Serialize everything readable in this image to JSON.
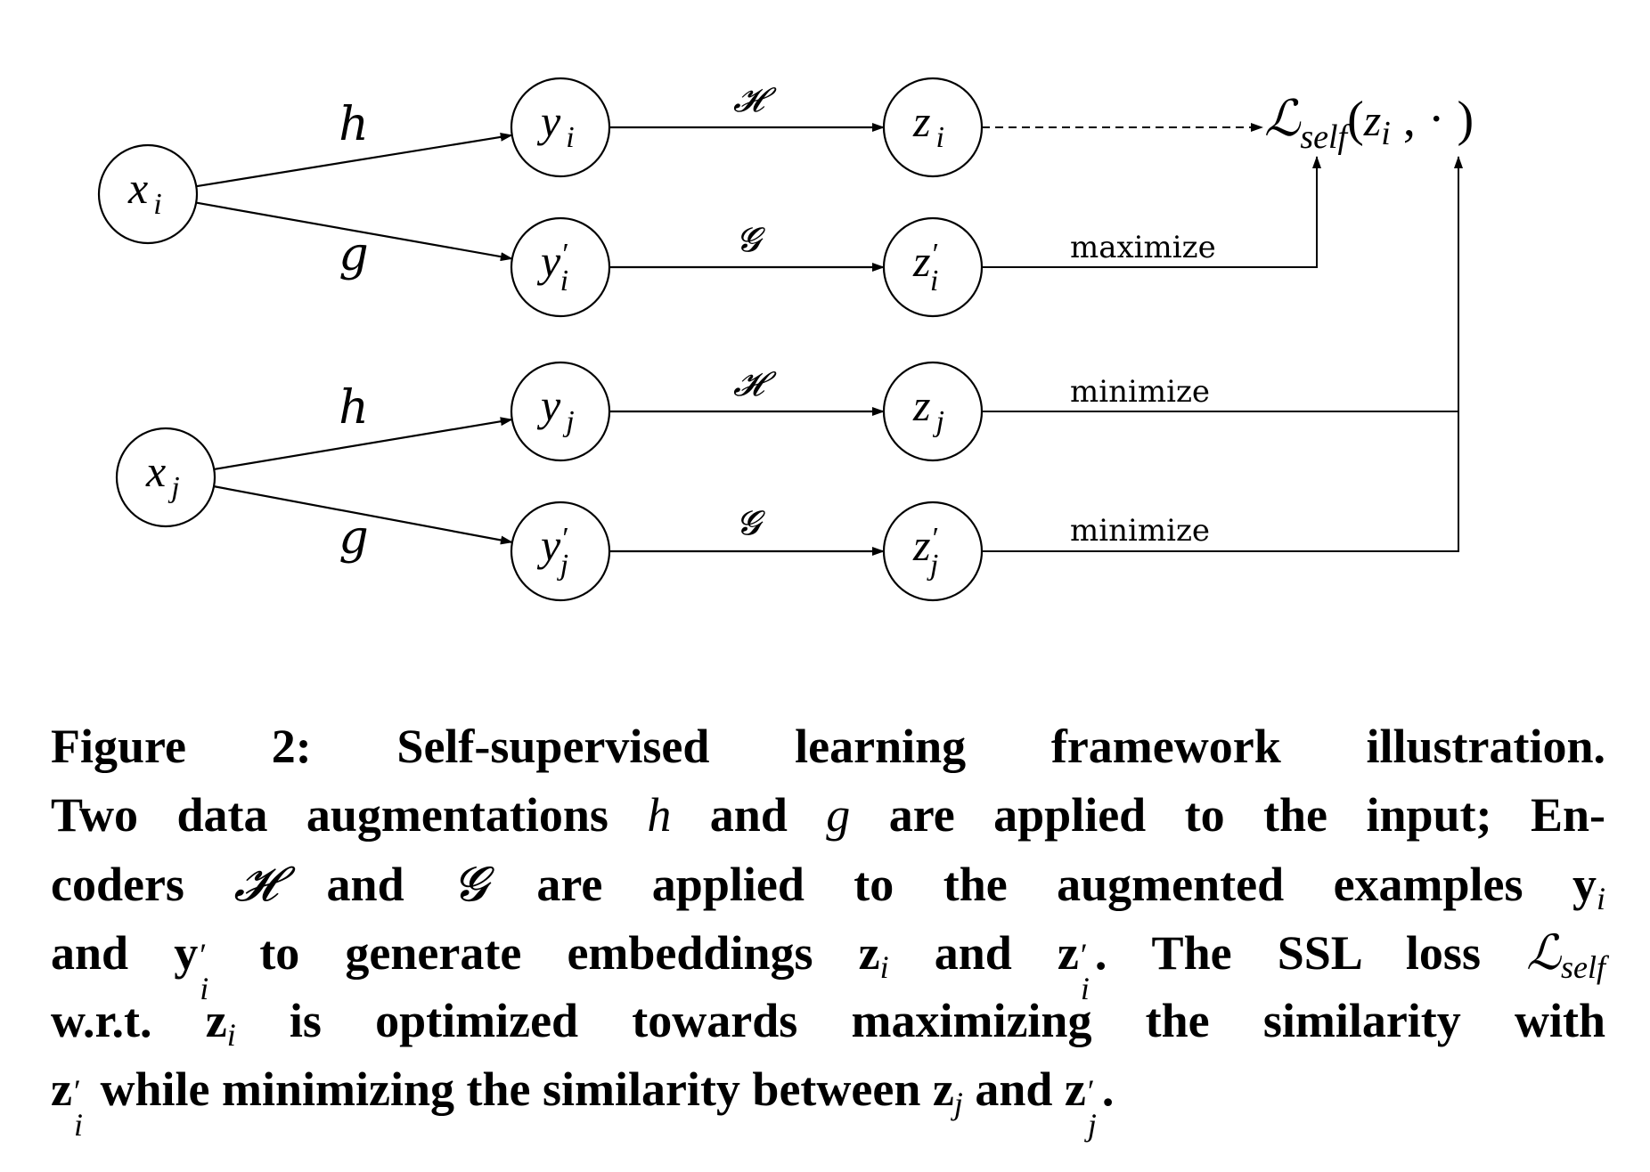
{
  "diagram": {
    "inputs": [
      {
        "id": "x_i",
        "base": "x",
        "sub": "i",
        "prime": false
      },
      {
        "id": "x_j",
        "base": "x",
        "sub": "j",
        "prime": false
      }
    ],
    "augmented": [
      {
        "id": "y_i",
        "base": "y",
        "sub": "i",
        "prime": false
      },
      {
        "id": "y_i_prime",
        "base": "y",
        "sub": "i",
        "prime": true
      },
      {
        "id": "y_j",
        "base": "y",
        "sub": "j",
        "prime": false
      },
      {
        "id": "y_j_prime",
        "base": "y",
        "sub": "j",
        "prime": true
      }
    ],
    "embeddings": [
      {
        "id": "z_i",
        "base": "z",
        "sub": "i",
        "prime": false
      },
      {
        "id": "z_i_prime",
        "base": "z",
        "sub": "i",
        "prime": true
      },
      {
        "id": "z_j",
        "base": "z",
        "sub": "j",
        "prime": false
      },
      {
        "id": "z_j_prime",
        "base": "z",
        "sub": "j",
        "prime": true
      }
    ],
    "augmentation_labels": [
      "h",
      "g",
      "h",
      "g"
    ],
    "encoder_labels": [
      "𝓗",
      "𝓖",
      "𝓗",
      "𝓖"
    ],
    "objective_labels": {
      "z_i_prime": "maximize",
      "z_j": "minimize",
      "z_j_prime": "minimize"
    },
    "loss": {
      "symbol": "ℒ",
      "subscript": "self",
      "arg_base": "z",
      "arg_sub": "i",
      "rest": " , · )",
      "open": "("
    },
    "edges": [
      {
        "from": "x_i",
        "to": "y_i",
        "label": "h",
        "style": "solid-arrow"
      },
      {
        "from": "x_i",
        "to": "y_i_prime",
        "label": "g",
        "style": "solid-arrow"
      },
      {
        "from": "x_j",
        "to": "y_j",
        "label": "h",
        "style": "solid-arrow"
      },
      {
        "from": "x_j",
        "to": "y_j_prime",
        "label": "g",
        "style": "solid-arrow"
      },
      {
        "from": "y_i",
        "to": "z_i",
        "label": "𝓗",
        "style": "solid-arrow"
      },
      {
        "from": "y_i_prime",
        "to": "z_i_prime",
        "label": "𝓖",
        "style": "solid-arrow"
      },
      {
        "from": "y_j",
        "to": "z_j",
        "label": "𝓗",
        "style": "solid-arrow"
      },
      {
        "from": "y_j_prime",
        "to": "z_j_prime",
        "label": "𝓖",
        "style": "solid-arrow"
      },
      {
        "from": "z_i",
        "to": "loss",
        "label": "",
        "style": "dashed-arrow"
      },
      {
        "from": "z_i_prime",
        "to": "loss",
        "label": "maximize",
        "style": "elbow-arrow"
      },
      {
        "from": "z_j",
        "to": "loss",
        "label": "minimize",
        "style": "elbow-arrow"
      },
      {
        "from": "z_j_prime",
        "to": "loss",
        "label": "minimize",
        "style": "elbow-arrow"
      }
    ]
  },
  "caption": {
    "figure_label": "Figure 2:",
    "lines": [
      [
        {
          "t": "Figure 2: Self-supervised learning framework illustration."
        }
      ],
      [
        {
          "t": "Two data augmentations "
        },
        {
          "t": "h",
          "i": true
        },
        {
          "t": " and "
        },
        {
          "t": "g",
          "i": true
        },
        {
          "t": " are applied to the input; En-"
        }
      ],
      [
        {
          "t": "coders "
        },
        {
          "t": "𝓗",
          "cal": true
        },
        {
          "t": " and "
        },
        {
          "t": "𝓖",
          "cal": true
        },
        {
          "t": " are applied to the augmented examples y"
        },
        {
          "t": "i",
          "sub": true
        }
      ],
      [
        {
          "t": "and y"
        },
        {
          "t": "i",
          "primesub": true
        },
        {
          "t": " to generate embeddings z"
        },
        {
          "t": "i",
          "sub": true
        },
        {
          "t": " and z"
        },
        {
          "t": "i",
          "primesub": true
        },
        {
          "t": ". The SSL loss "
        },
        {
          "t": "ℒ",
          "cal": true
        },
        {
          "t": "self",
          "sub": true
        }
      ],
      [
        {
          "t": "w.r.t. z"
        },
        {
          "t": "i",
          "sub": true
        },
        {
          "t": " is optimized towards maximizing the similarity with"
        }
      ],
      [
        {
          "t": "z"
        },
        {
          "t": "i",
          "primesub": true
        },
        {
          "t": " while minimizing the similarity between z"
        },
        {
          "t": "j",
          "sub": true
        },
        {
          "t": " and z"
        },
        {
          "t": "j",
          "primesub": true
        },
        {
          "t": "."
        }
      ]
    ]
  }
}
